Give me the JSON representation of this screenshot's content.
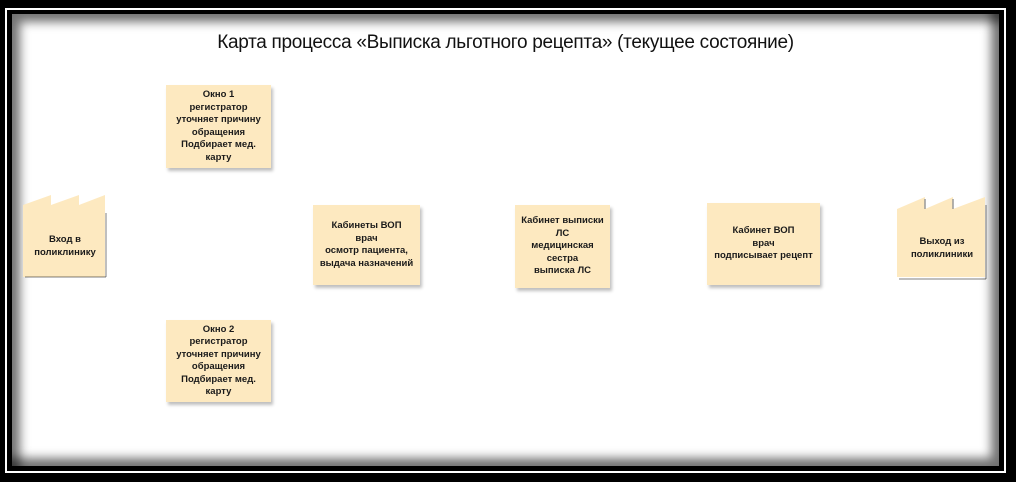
{
  "diagram": {
    "title": "Карта процесса «Выписка льготного рецепта» (текущее состояние)",
    "colors": {
      "note_fill": "#fde9c0",
      "frame": "#000000",
      "background": "#ffffff"
    },
    "entry": {
      "label": "Вход в\nполиклинику",
      "shape": "factory-icon"
    },
    "exit": {
      "label": "Выход из\nполиклиники",
      "shape": "factory-icon"
    },
    "steps": [
      {
        "id": "window1",
        "label": "Окно 1\nрегистратор\nуточняет причину\nобращения\nПодбирает мед.\nкарту"
      },
      {
        "id": "window2",
        "label": "Окно 2\nрегистратор\nуточняет причину\nобращения\nПодбирает мед.\nкарту"
      },
      {
        "id": "gp-office",
        "label": "Кабинеты ВОП\nврач\nосмотр пациента,\nвыдача назначений"
      },
      {
        "id": "prescription-office",
        "label": "Кабинет выписки\nЛС\nмедицинская\nсестра\nвыписка ЛС"
      },
      {
        "id": "gp-sign",
        "label": "Кабинет ВОП\nврач\nподписывает рецепт"
      }
    ]
  }
}
